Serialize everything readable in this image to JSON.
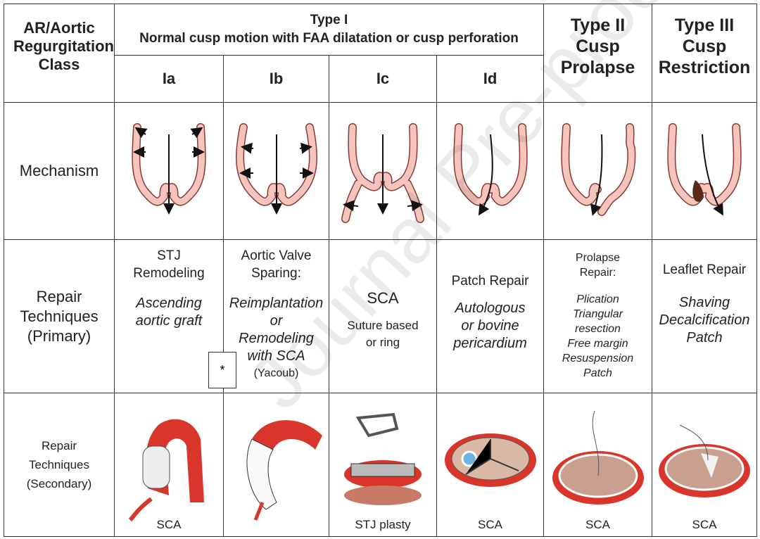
{
  "header": {
    "class_label": "AR/Aortic Regurgitation Class",
    "type1_title": "Type I",
    "type1_subtitle": "Normal cusp motion with FAA dilatation or cusp perforation",
    "subtypes": [
      "Ia",
      "Ib",
      "Ic",
      "Id"
    ],
    "type2": [
      "Type II",
      "Cusp",
      "Prolapse"
    ],
    "type3": [
      "Type III",
      "Cusp",
      "Restriction"
    ]
  },
  "rows": {
    "mechanism": "Mechanism",
    "primary": [
      "Repair",
      "Techniques",
      "(Primary)"
    ],
    "secondary": [
      "Repair",
      "Techniques",
      "(Secondary)"
    ]
  },
  "primary": {
    "ia": {
      "title": [
        "STJ",
        "Remodeling"
      ],
      "italic": [
        "Ascending",
        "aortic graft"
      ]
    },
    "ib": {
      "title": [
        "Aortic Valve",
        "Sparing:"
      ],
      "italic": [
        "Reimplantation",
        "or",
        "Remodeling",
        "with SCA"
      ],
      "note": "(Yacoub)",
      "footnote_mark": "*"
    },
    "ic": {
      "title": "SCA",
      "sub": [
        "Suture based",
        "or ring"
      ]
    },
    "id": {
      "title": "Patch Repair",
      "italic": [
        "Autologous",
        "or bovine",
        "pericardium"
      ]
    },
    "t2": {
      "title": [
        "Prolapse",
        "Repair:"
      ],
      "italic": [
        "Plication",
        "Triangular",
        "resection",
        "Free margin",
        "Resuspension",
        "Patch"
      ]
    },
    "t3": {
      "title": "Leaflet Repair",
      "italic": [
        "Shaving",
        "Decalcification",
        "Patch"
      ]
    }
  },
  "secondary_captions": [
    "SCA",
    "",
    "STJ plasty",
    "SCA",
    "SCA",
    "SCA"
  ],
  "watermark": "Journal Pre-proof",
  "colors": {
    "tissue": "#f4c4bd",
    "tissue_stroke": "#8a3a33",
    "aorta_red": "#d9352b",
    "calcium": "#5a2a1a"
  }
}
